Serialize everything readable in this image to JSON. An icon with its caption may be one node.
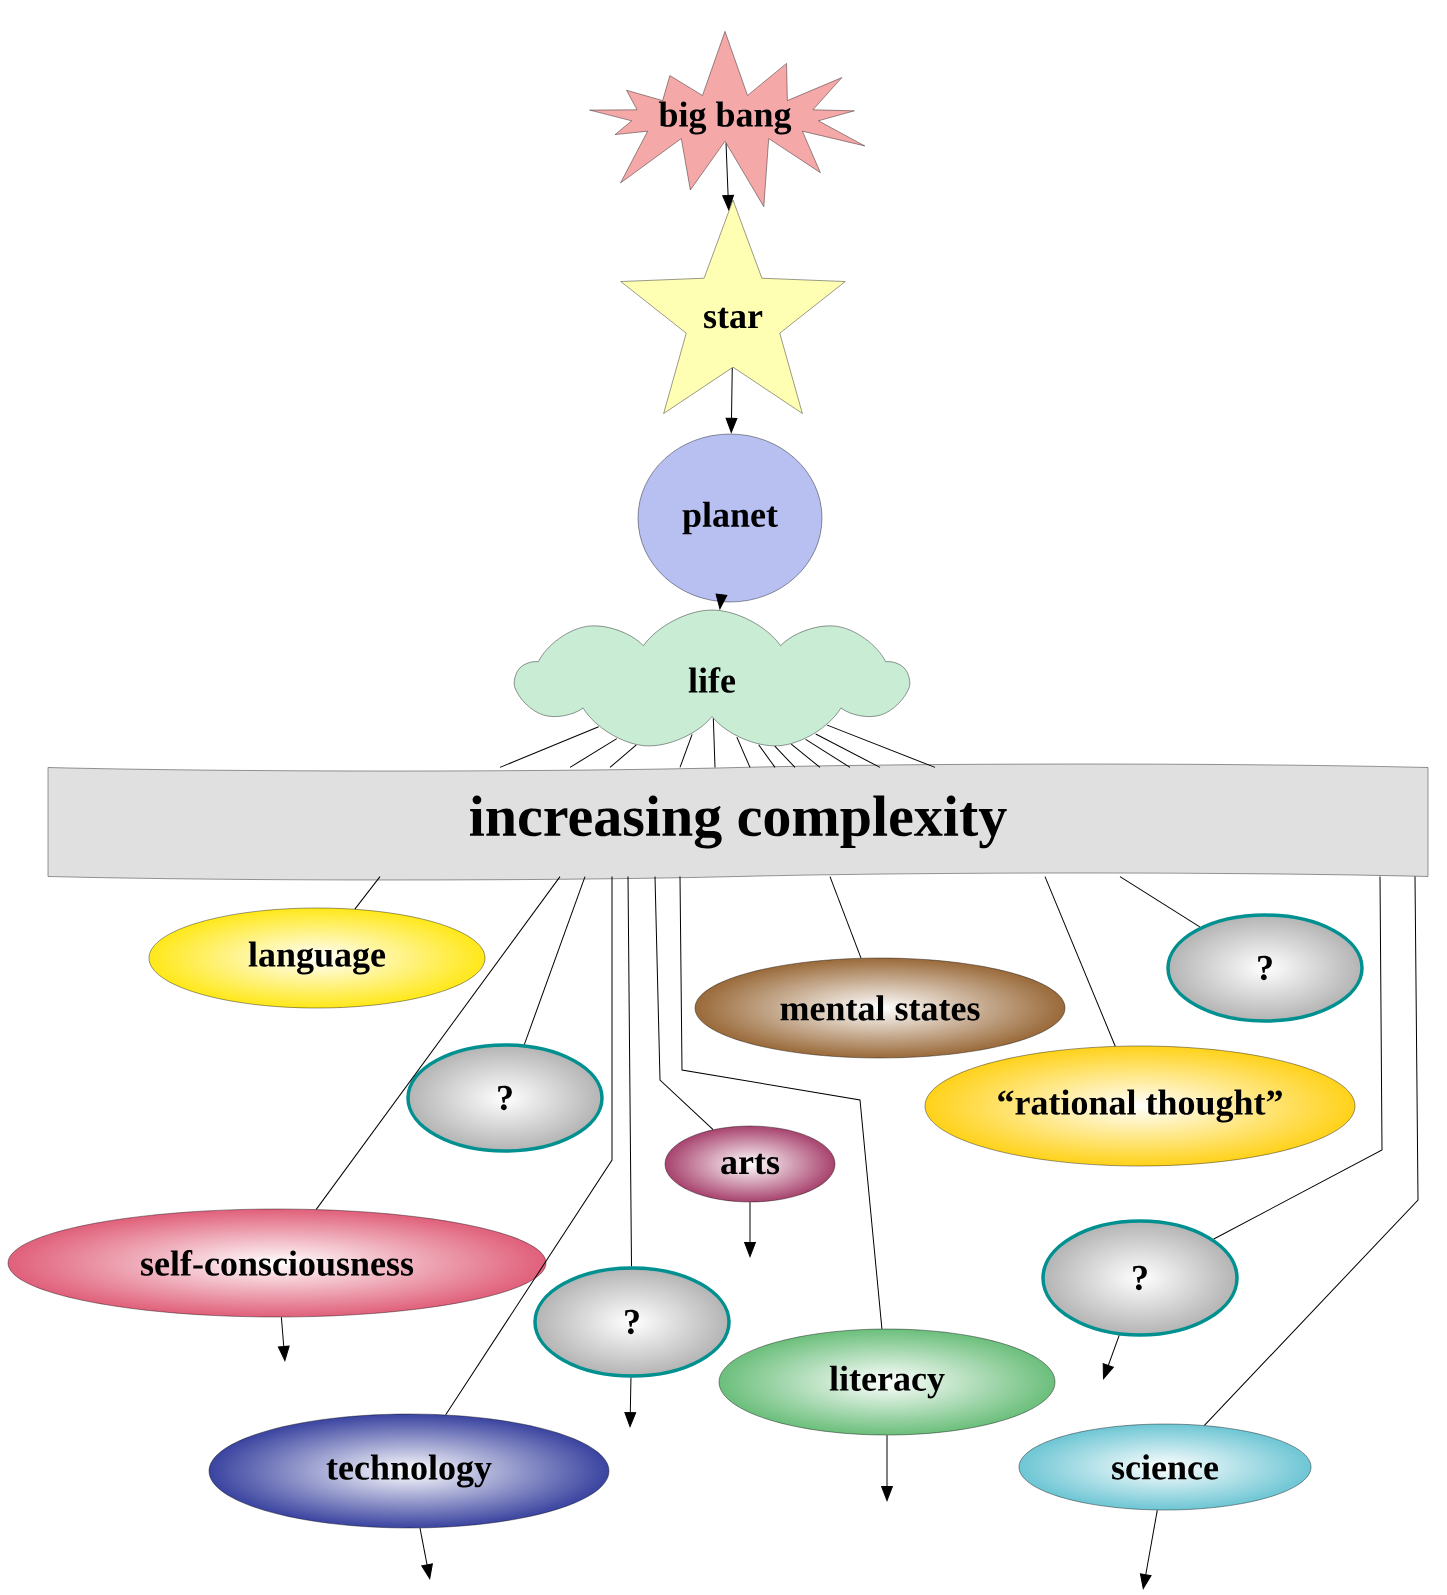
{
  "diagram": {
    "nodes": [
      {
        "text": [
          "big bang"
        ]
      },
      {
        "text": [
          "star"
        ]
      },
      {
        "text": [
          "planet"
        ]
      },
      {
        "text": [
          "life"
        ]
      },
      {
        "text": [
          "increasing complexity"
        ]
      },
      {
        "text": [
          "language"
        ]
      },
      {
        "text": [
          "?"
        ]
      },
      {
        "text": [
          "mental states"
        ]
      },
      {
        "text": [
          "?"
        ]
      },
      {
        "text": [
          "“rational thought”"
        ]
      },
      {
        "text": [
          "arts"
        ]
      },
      {
        "text": [
          "self-consciousness"
        ]
      },
      {
        "text": [
          "?"
        ]
      },
      {
        "text": [
          "?"
        ]
      },
      {
        "text": [
          "literacy"
        ]
      },
      {
        "text": [
          "science"
        ]
      },
      {
        "text": [
          "technology"
        ]
      }
    ],
    "edges": [
      {
        "from": 0,
        "to": 1,
        "arrow": "to"
      },
      {
        "from": 1,
        "to": 2,
        "arrow": "to"
      },
      {
        "from": 2,
        "to": 3,
        "arrow": "to"
      },
      {
        "from": 3,
        "to": 4,
        "arrow": "none"
      },
      {
        "from": 3,
        "to": 4,
        "arrow": "none"
      },
      {
        "from": 3,
        "to": 4,
        "arrow": "none"
      },
      {
        "from": 3,
        "to": 4,
        "arrow": "none"
      },
      {
        "from": 3,
        "to": 4,
        "arrow": "none"
      },
      {
        "from": 3,
        "to": 4,
        "arrow": "none"
      },
      {
        "from": 3,
        "to": 4,
        "arrow": "none"
      },
      {
        "from": 3,
        "to": 4,
        "arrow": "none"
      },
      {
        "from": 3,
        "to": 4,
        "arrow": "none"
      },
      {
        "from": 3,
        "to": 4,
        "arrow": "none"
      },
      {
        "from": 3,
        "to": 4,
        "arrow": "none"
      },
      {
        "from": 3,
        "to": 4,
        "arrow": "none"
      },
      {
        "from": 4,
        "to": 5,
        "arrow": "none"
      },
      {
        "from": 4,
        "to": 11,
        "arrow": "none"
      },
      {
        "from": 4,
        "to": 8,
        "arrow": "none"
      },
      {
        "from": 4,
        "to": 16,
        "arrow": "none"
      },
      {
        "from": 4,
        "to": 13,
        "arrow": "none"
      },
      {
        "from": 4,
        "to": 10,
        "arrow": "none"
      },
      {
        "from": 4,
        "to": 14,
        "arrow": "none"
      },
      {
        "from": 4,
        "to": 7,
        "arrow": "none"
      },
      {
        "from": 4,
        "to": 15,
        "arrow": "none"
      },
      {
        "from": 4,
        "to": 12,
        "arrow": "none"
      },
      {
        "from": 4,
        "to": 9,
        "arrow": "none"
      },
      {
        "from": 4,
        "to": 6,
        "arrow": "none"
      },
      {
        "from": 11,
        "to": null,
        "arrow": "to"
      },
      {
        "from": 16,
        "to": null,
        "arrow": "to"
      },
      {
        "from": 13,
        "to": null,
        "arrow": "to"
      },
      {
        "from": 10,
        "to": null,
        "arrow": "to"
      },
      {
        "from": 14,
        "to": null,
        "arrow": "to"
      },
      {
        "from": 12,
        "to": null,
        "arrow": "to"
      },
      {
        "from": 15,
        "to": null,
        "arrow": "to"
      }
    ]
  }
}
